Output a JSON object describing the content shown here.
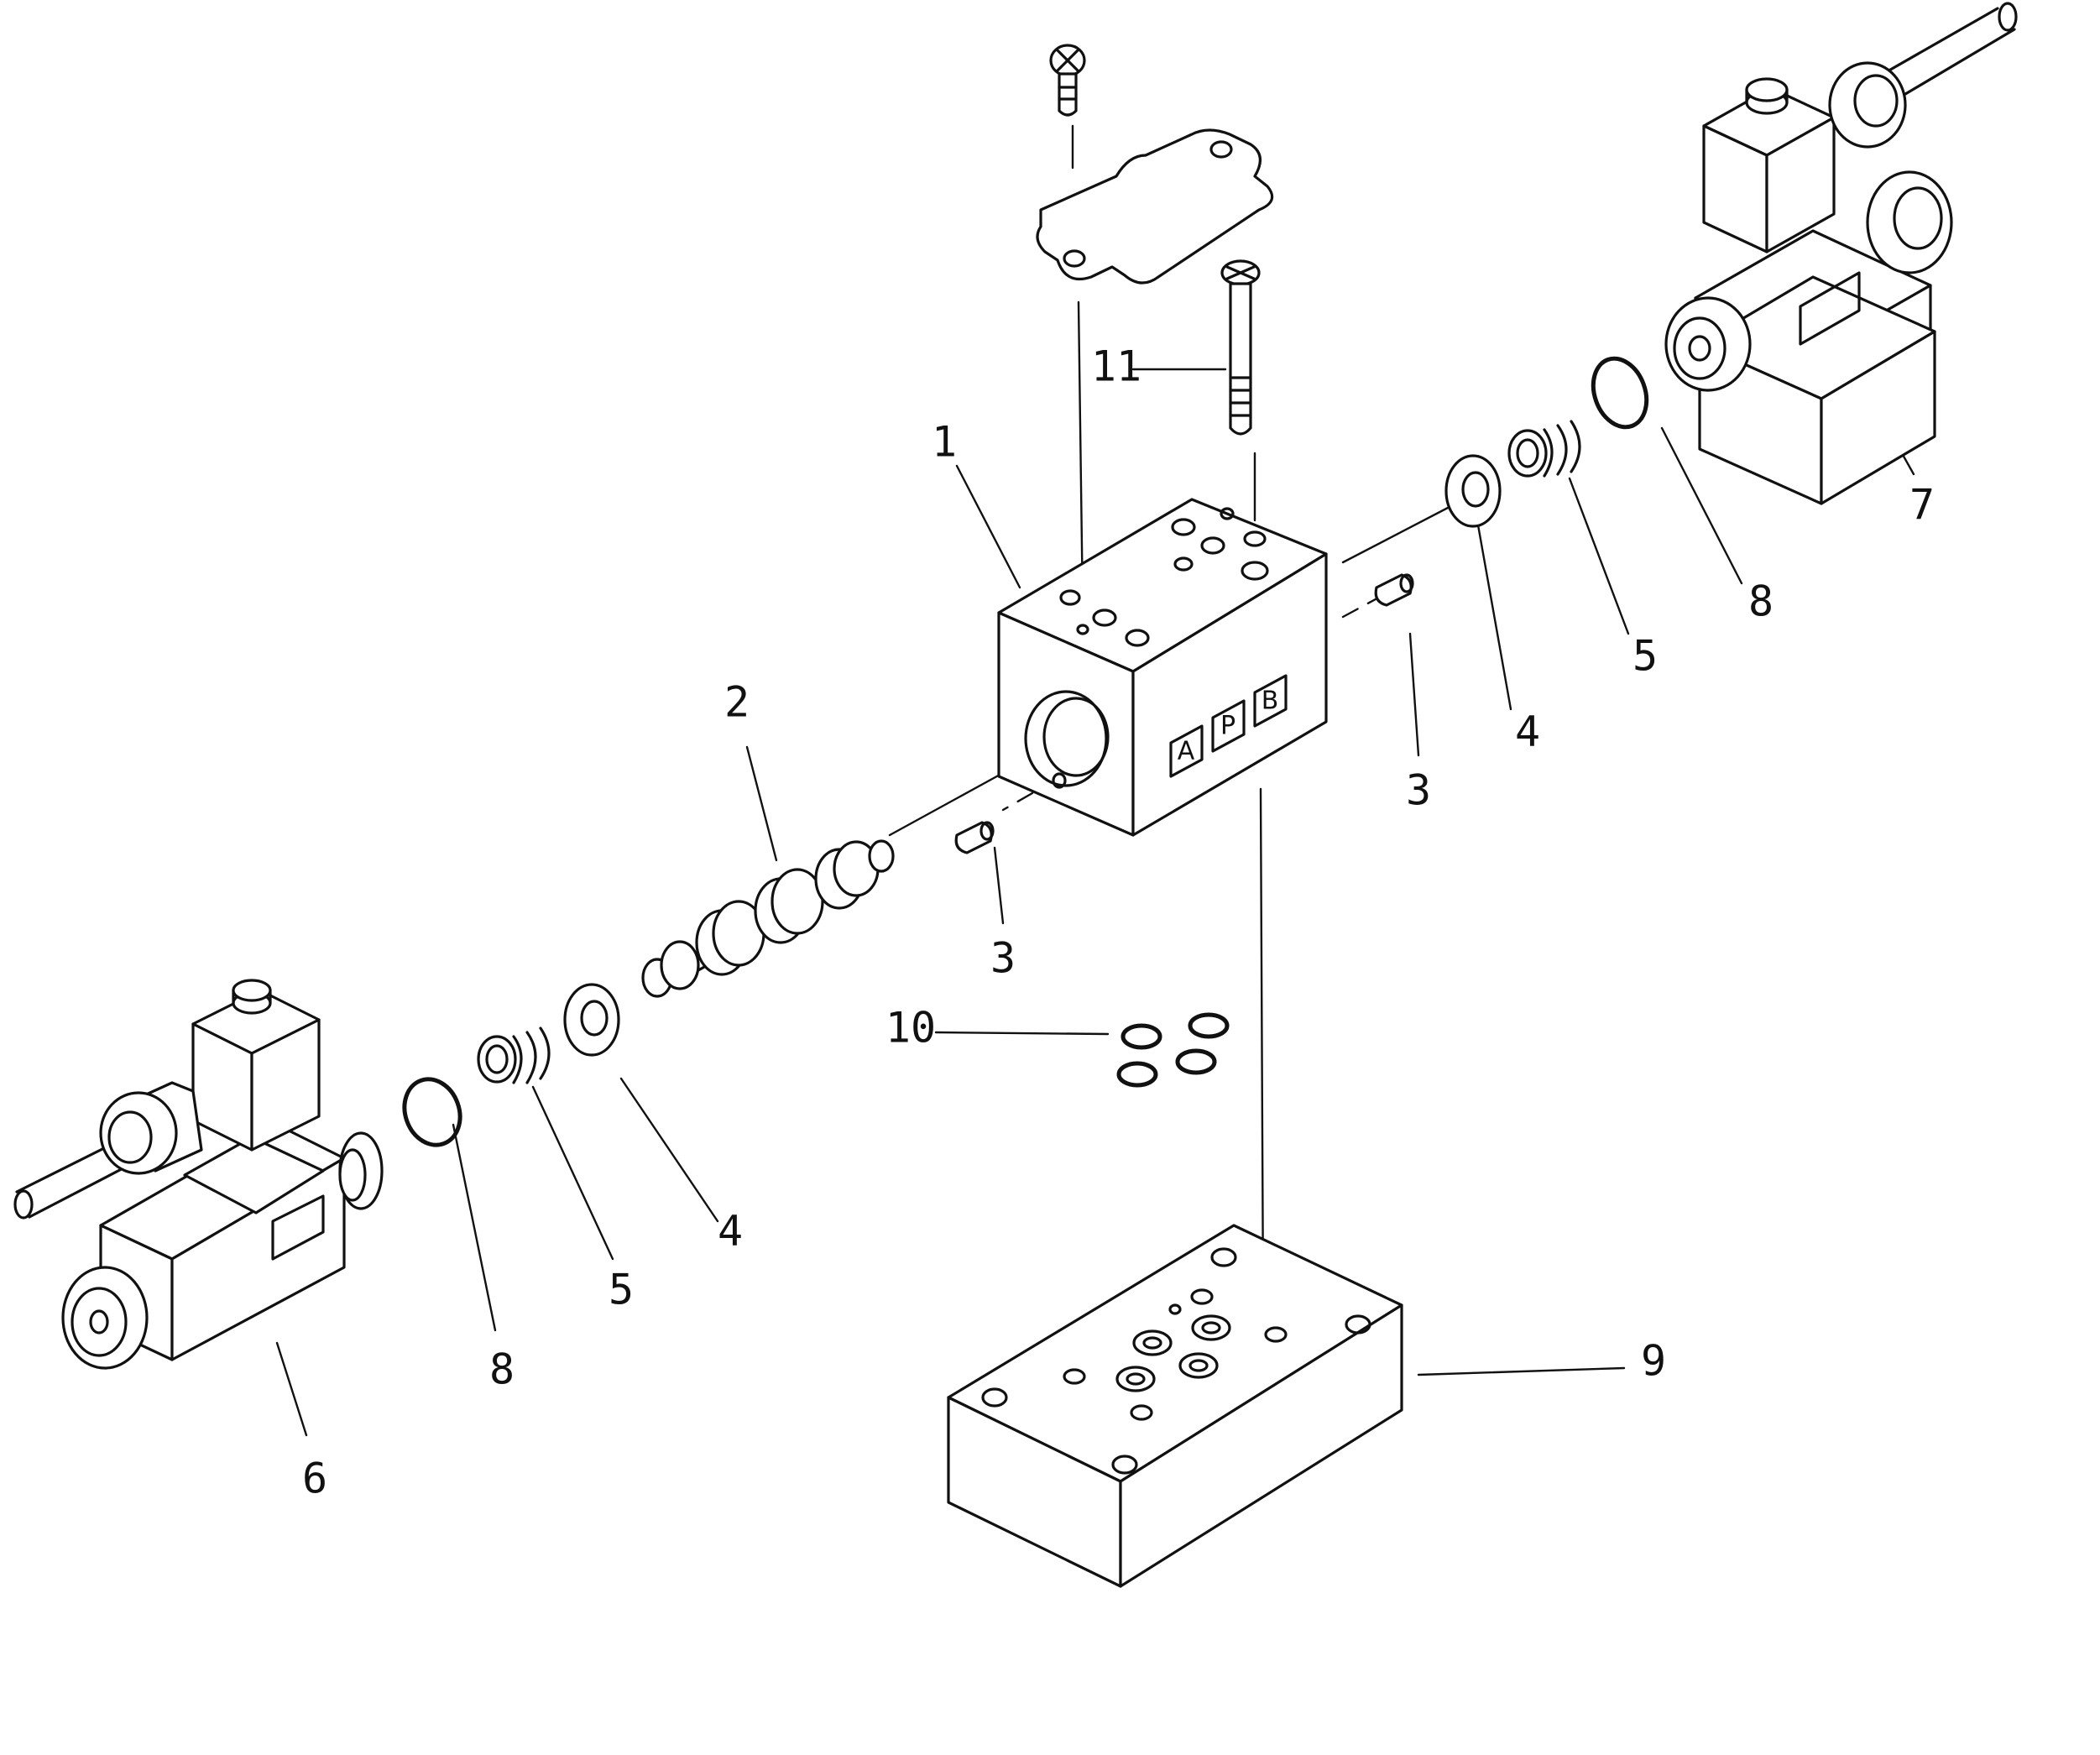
{
  "callouts": [
    {
      "id": "c1",
      "label": "1"
    },
    {
      "id": "c2",
      "label": "2"
    },
    {
      "id": "c3a",
      "label": "3"
    },
    {
      "id": "c3b",
      "label": "3"
    },
    {
      "id": "c4a",
      "label": "4"
    },
    {
      "id": "c4b",
      "label": "4"
    },
    {
      "id": "c5a",
      "label": "5"
    },
    {
      "id": "c5b",
      "label": "5"
    },
    {
      "id": "c6",
      "label": "6"
    },
    {
      "id": "c7",
      "label": "7"
    },
    {
      "id": "c8a",
      "label": "8"
    },
    {
      "id": "c8b",
      "label": "8"
    },
    {
      "id": "c9",
      "label": "9"
    },
    {
      "id": "c10",
      "label": "10"
    },
    {
      "id": "c11",
      "label": "11"
    }
  ],
  "ports": [
    "A",
    "P",
    "B"
  ]
}
